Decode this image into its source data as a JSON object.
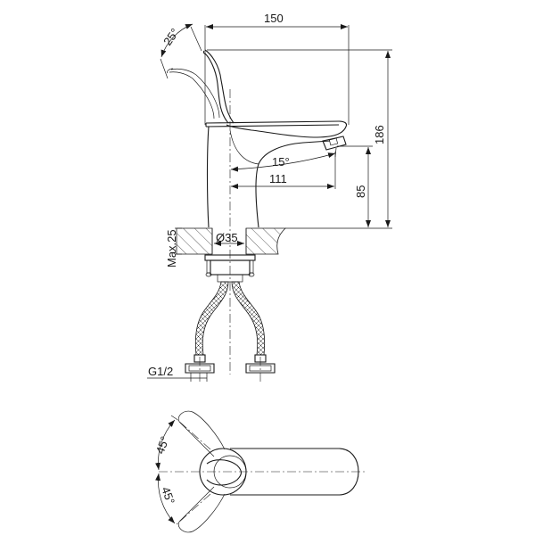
{
  "drawing": {
    "title": "Basin faucet technical drawing",
    "views": [
      "side-elevation",
      "top-plan"
    ]
  },
  "dimensions": {
    "width_top": "150",
    "height_total": "186",
    "spout_height": "85",
    "spout_reach": "111",
    "spout_angle": "15°",
    "handle_tilt_angle": "25°",
    "base_diameter": "Ø35",
    "max_counter_thickness": "Max.25",
    "inlet_thread": "G1/2",
    "handle_rotation_left": "45°",
    "handle_rotation_right": "45°"
  },
  "colors": {
    "line": "#1a1a1a",
    "background": "#ffffff"
  }
}
